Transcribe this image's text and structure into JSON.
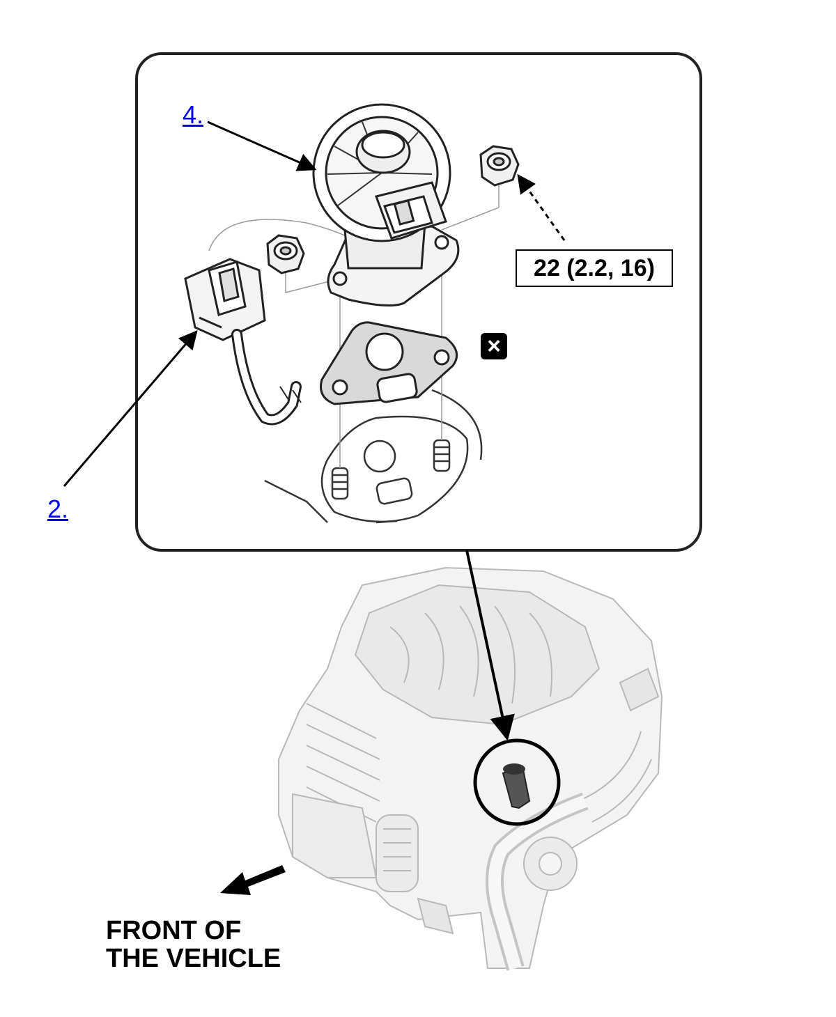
{
  "callouts": {
    "egr_valve": "4.",
    "connector": "2."
  },
  "torque_spec": "22 (2.2, 16)",
  "replace_icon": "×",
  "front_label": {
    "line1": "FRONT OF",
    "line2": "THE VEHICLE"
  },
  "colors": {
    "link": "#0000ee",
    "line": "#000000",
    "engine_fill": "#f2f2f2",
    "engine_stroke": "#bdbdbd"
  }
}
